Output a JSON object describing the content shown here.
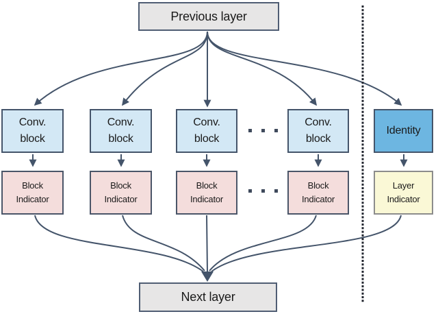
{
  "diagram": {
    "title_hint": "residual-style layer diagram",
    "colors": {
      "arrow": "#44546A",
      "box_border": "#44546A",
      "gray_box_fill": "#E7E6E6",
      "conv_block_fill": "#D3E8F5",
      "identity_fill": "#6DB6E1",
      "block_indicator_fill": "#F4DDDC",
      "layer_indicator_fill": "#FAF8D6",
      "dotted_separator": "#20242E"
    },
    "nodes": {
      "previous_layer": "Previous layer",
      "next_layer": "Next layer",
      "identity": "Identity",
      "conv_blocks": [
        {
          "line1": "Conv.",
          "line2": "block"
        },
        {
          "line1": "Conv.",
          "line2": "block"
        },
        {
          "line1": "Conv.",
          "line2": "block"
        },
        {
          "line1": "Conv.",
          "line2": "block"
        }
      ],
      "block_indicators": [
        {
          "line1": "Block",
          "line2": "Indicator"
        },
        {
          "line1": "Block",
          "line2": "Indicator"
        },
        {
          "line1": "Block",
          "line2": "Indicator"
        },
        {
          "line1": "Block",
          "line2": "Indicator"
        }
      ],
      "layer_indicator": {
        "line1": "Layer",
        "line2": "Indicator"
      }
    },
    "icons": {
      "ellipsis_conv_row": "square-ellipsis-dots",
      "ellipsis_indicator_row": "square-ellipsis-dots",
      "separator": "vertical-dotted-line"
    }
  }
}
